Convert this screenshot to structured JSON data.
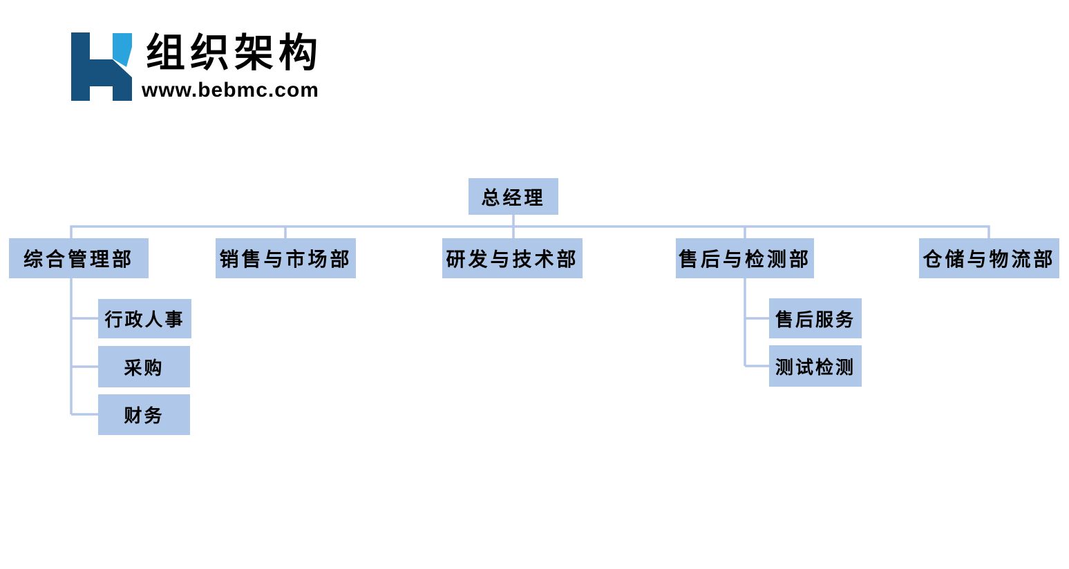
{
  "header": {
    "title": "组织架构",
    "website": "www.bebmc.com",
    "logo_glyph": "H"
  },
  "colors": {
    "page_bg": "#ffffff",
    "node_fill": "#afc7e8",
    "connector": "#b5c8e9",
    "text_color": "#000000",
    "logo_dark": "#17517e",
    "logo_light": "#2ba3dc"
  },
  "org_chart": {
    "root": {
      "label": "总经理"
    },
    "departments": [
      {
        "label": "综合管理部",
        "children": [
          {
            "label": "行政人事"
          },
          {
            "label": "采购"
          },
          {
            "label": "财务"
          }
        ]
      },
      {
        "label": "销售与市场部",
        "children": []
      },
      {
        "label": "研发与技术部",
        "children": []
      },
      {
        "label": "售后与检测部",
        "children": [
          {
            "label": "售后服务"
          },
          {
            "label": "测试检测"
          }
        ]
      },
      {
        "label": "仓储与物流部",
        "children": []
      }
    ]
  }
}
